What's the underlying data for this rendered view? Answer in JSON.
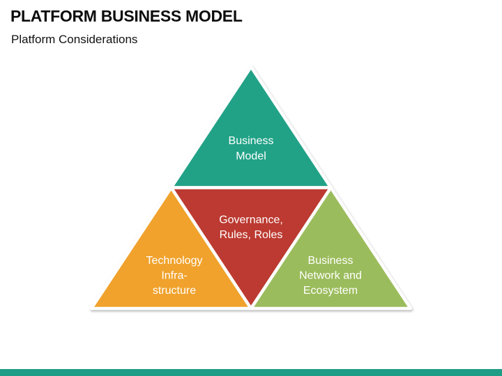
{
  "header": {
    "title": "PLATFORM BUSINESS MODEL",
    "subtitle": "Platform Considerations"
  },
  "pyramid": {
    "text_color": "#FFFFFF",
    "segments": [
      {
        "id": "business-model",
        "position": "top",
        "label": "Business Model",
        "lines": [
          "Business",
          "Model"
        ],
        "color": "#21A287"
      },
      {
        "id": "governance-rules-roles",
        "position": "center-inverted",
        "label": "Governance, Rules, Roles",
        "lines": [
          "Governance,",
          "Rules, Roles"
        ],
        "color": "#BC3A31"
      },
      {
        "id": "technology-infrastructure",
        "position": "bottom-left",
        "label": "Technology Infra-structure",
        "lines": [
          "Technology",
          "Infra-",
          "structure"
        ],
        "color": "#F0A22C"
      },
      {
        "id": "business-network-ecosystem",
        "position": "bottom-right",
        "label": "Business Network and Ecosystem",
        "lines": [
          "Business",
          "Network and",
          "Ecosystem"
        ],
        "color": "#9BBC5C"
      }
    ]
  },
  "footer": {
    "bar_color": "#1E9D86"
  }
}
